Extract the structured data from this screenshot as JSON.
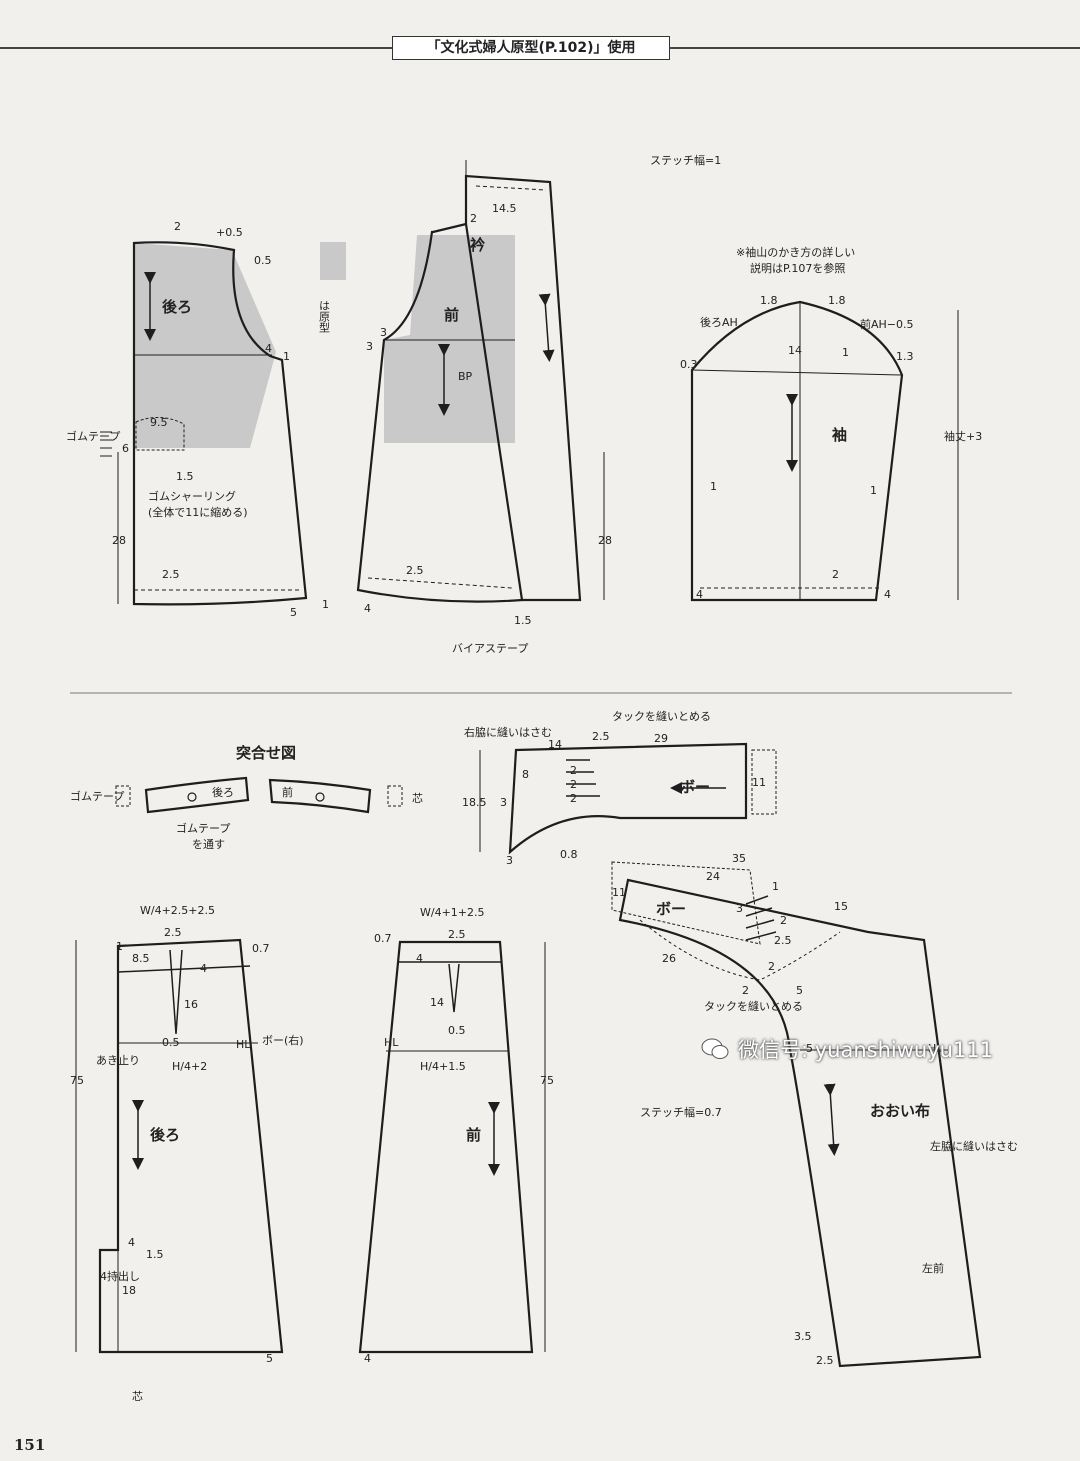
{
  "header": {
    "title": "「文化式婦人原型(P.102)」使用"
  },
  "page_number": "151",
  "watermark": {
    "text": "微信号: yuanshiwuyu111",
    "icon": "wechat-icon"
  },
  "colors": {
    "background": "#f1f0ed",
    "fill_gray": "#c9c9c9",
    "line": "#1e1e1e"
  },
  "legend": {
    "label": "は原型"
  },
  "back_top": {
    "title": "後ろ",
    "dim_2": "2",
    "dim_neck": "+0.5",
    "dim_05": "0.5",
    "dim_4": "4",
    "dim_1": "1",
    "dim_6": "6",
    "dim_95": "9.5",
    "dim_15": "1.5",
    "dim_28": "28",
    "dim_25": "2.5",
    "dim_5": "5",
    "dim_1b": "1",
    "elastic": "ゴムテープ",
    "shirring_1": "ゴムシャーリング",
    "shirring_2": "(全体で11に縮める)"
  },
  "front_top": {
    "title": "前",
    "bp": "BP",
    "collar": "衿",
    "dim_145": "14.5",
    "dim_2": "2",
    "dim_3a": "3",
    "dim_3b": "3",
    "dim_28": "28",
    "dim_25": "2.5",
    "dim_4": "4",
    "dim_15": "1.5",
    "stitch": "ステッチ幅=1",
    "bias": "バイアステープ"
  },
  "sleeve": {
    "note_1": "※袖山のかき方の詳しい",
    "note_2": "説明はP.107を参照",
    "title": "袖",
    "dim_18a": "1.8",
    "dim_18b": "1.8",
    "back_ah": "後ろAH",
    "front_ah": "前AH−0.5",
    "dim_14": "14",
    "dim_03": "0.3",
    "dim_13": "1.3",
    "dim_1a": "1",
    "dim_1b": "1",
    "dim_1c": "1",
    "length": "袖丈+3",
    "dim_4a": "4",
    "dim_4b": "4",
    "dim_2": "2"
  },
  "assembly": {
    "title": "突合せ図",
    "elastic": "ゴムテープ",
    "back": "後ろ",
    "front": "前",
    "core": "芯",
    "thread_1": "ゴムテープ",
    "thread_2": "を通す"
  },
  "bow_top": {
    "title": "ボー",
    "note_side": "右脇に縫いはさむ",
    "note_tuck": "タックを縫いとめる",
    "dim_14": "14",
    "dim_25": "2.5",
    "dim_29": "29",
    "dim_8": "8",
    "dim_185": "18.5",
    "dim_2a": "2",
    "dim_2b": "2",
    "dim_2c": "2",
    "dim_3a": "3",
    "dim_3b": "3",
    "dim_11": "11",
    "dim_08": "0.8"
  },
  "skirt_back": {
    "title": "後ろ",
    "waist": "W/4+2.5+2.5",
    "hip": "H/4+2",
    "hl": "HL",
    "dim_1": "1",
    "dim_25": "2.5",
    "dim_07": "0.7",
    "dim_85": "8.5",
    "dim_4": "4",
    "dim_16": "16",
    "dim_05": "0.5",
    "dim_75": "75",
    "opening": "あき止り",
    "bow_right": "ボー(右)",
    "dim_4b": "4",
    "dim_15": "1.5",
    "dim_18": "18",
    "extension": "4持出し",
    "dim_5": "5",
    "core": "芯"
  },
  "skirt_front": {
    "title": "前",
    "waist": "W/4+1+2.5",
    "hip": "H/4+1.5",
    "hl": "HL",
    "dim_07": "0.7",
    "dim_25": "2.5",
    "dim_4": "4",
    "dim_14": "14",
    "dim_05": "0.5",
    "dim_75": "75",
    "dim_4b": "4",
    "stitch": "ステッチ幅=0.7"
  },
  "overlay": {
    "title": "おおい布",
    "bow": "ボー",
    "dim_35": "35",
    "dim_24": "24",
    "dim_11": "11",
    "dim_26": "26",
    "dim_15": "15",
    "dim_1": "1",
    "dim_3": "3",
    "dim_2a": "2",
    "dim_2b": "2",
    "dim_25": "2.5",
    "dim_2c": "2",
    "dim_5a": "5",
    "dim_5b": "5",
    "hl": "HL",
    "tuck": "タックを縫いとめる",
    "left_side": "左脇に縫いはさむ",
    "left_front": "左前",
    "dim_35b": "3.5",
    "dim_25b": "2.5"
  }
}
